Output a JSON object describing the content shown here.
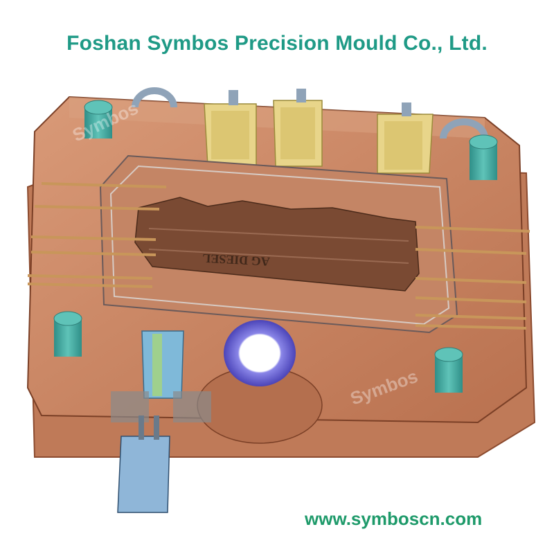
{
  "header": {
    "company_name": "Foshan Symbos Precision Mould Co., Ltd."
  },
  "footer": {
    "website": "www.symboscn.com"
  },
  "watermark": {
    "text": "Symbos"
  },
  "casting_text": "AG DIESEL",
  "colors": {
    "brand_text": "#1f9a86",
    "url_text": "#1e9a6a",
    "mould_plate": "#c9825f",
    "mould_edge": "#8b4a2e",
    "cavity": "#b8775a",
    "casting": "#7a4a33",
    "guide_pillar": "#3aa39a",
    "cooling_block": "#e8d58a",
    "sprue_bushing": "#6a5fd0",
    "slider": "#7fb9d9",
    "hydraulic_cylinder": "#8fb6d8"
  }
}
